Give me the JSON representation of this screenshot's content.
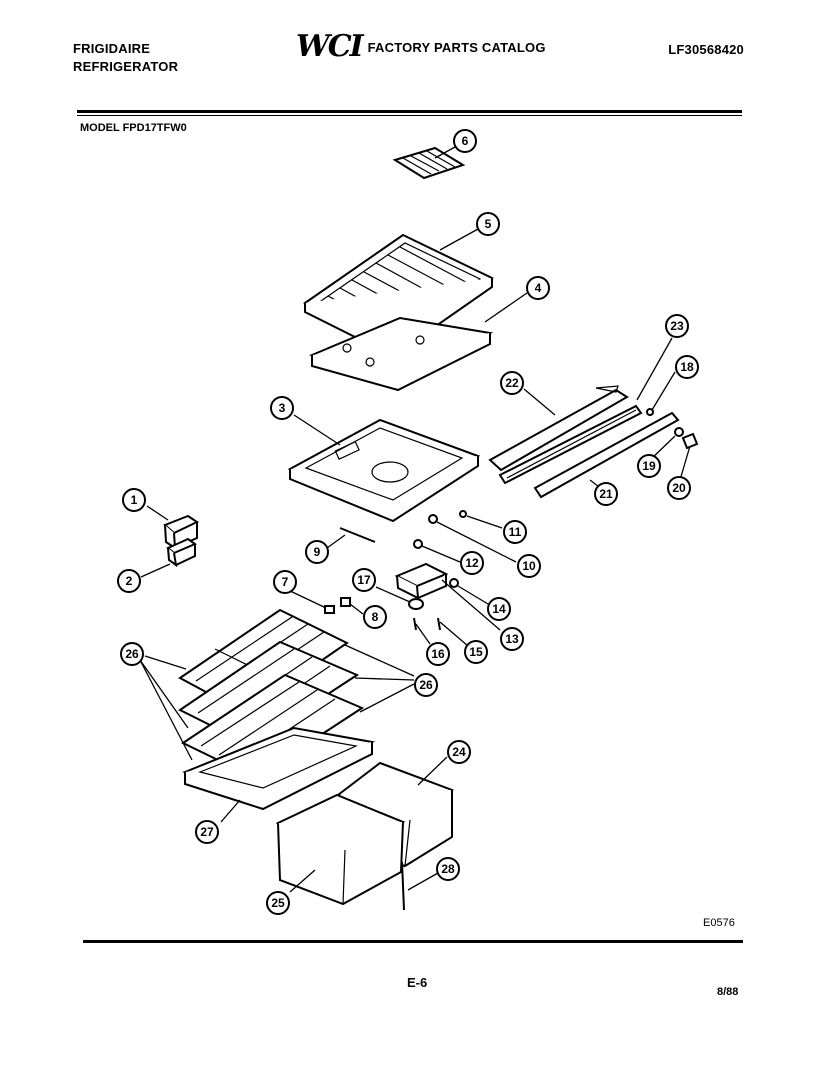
{
  "header": {
    "brand_line1": "FRIGIDAIRE",
    "brand_line2": "REFRIGERATOR",
    "logo": "WCI",
    "catalog_title": "FACTORY PARTS CATALOG",
    "catalog_number": "LF30568420"
  },
  "model_label": "MODEL FPD17TFW0",
  "figure_code": "E0576",
  "page_number": "E-6",
  "date": "8/88",
  "callouts": [
    {
      "id": "c1",
      "label": "1"
    },
    {
      "id": "c2",
      "label": "2"
    },
    {
      "id": "c3",
      "label": "3"
    },
    {
      "id": "c4",
      "label": "4"
    },
    {
      "id": "c5",
      "label": "5"
    },
    {
      "id": "c6",
      "label": "6"
    },
    {
      "id": "c7",
      "label": "7"
    },
    {
      "id": "c8",
      "label": "8"
    },
    {
      "id": "c9",
      "label": "9"
    },
    {
      "id": "c10",
      "label": "10"
    },
    {
      "id": "c11",
      "label": "11"
    },
    {
      "id": "c12",
      "label": "12"
    },
    {
      "id": "c13",
      "label": "13"
    },
    {
      "id": "c14",
      "label": "14"
    },
    {
      "id": "c15",
      "label": "15"
    },
    {
      "id": "c16",
      "label": "16"
    },
    {
      "id": "c17",
      "label": "17"
    },
    {
      "id": "c18",
      "label": "18"
    },
    {
      "id": "c19",
      "label": "19"
    },
    {
      "id": "c20",
      "label": "20"
    },
    {
      "id": "c21",
      "label": "21"
    },
    {
      "id": "c22",
      "label": "22"
    },
    {
      "id": "c23",
      "label": "23"
    },
    {
      "id": "c24",
      "label": "24"
    },
    {
      "id": "c25",
      "label": "25"
    },
    {
      "id": "c26a",
      "label": "26"
    },
    {
      "id": "c26b",
      "label": "26"
    },
    {
      "id": "c27",
      "label": "27"
    },
    {
      "id": "c28",
      "label": "28"
    }
  ]
}
